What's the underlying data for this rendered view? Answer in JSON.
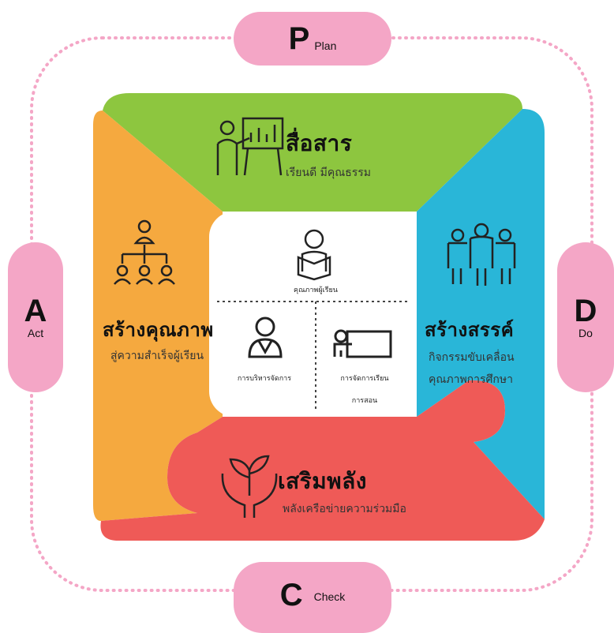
{
  "pdca": {
    "p": {
      "letter": "P",
      "word": "Plan"
    },
    "d": {
      "letter": "D",
      "word": "Do"
    },
    "c": {
      "letter": "C",
      "word": "Check"
    },
    "a": {
      "letter": "A",
      "word": "Act"
    }
  },
  "pieces": {
    "top": {
      "title": "สื่อสาร",
      "subtitle": "เรียนดี มีคุณธรรม",
      "color": "#8dc63f"
    },
    "right": {
      "title": "สร้างสรรค์",
      "subtitle_1": "กิจกรรมขับเคลื่อน",
      "subtitle_2": "คุณภาพการศึกษา",
      "color": "#29b6d8"
    },
    "bottom": {
      "title": "เสริมพลัง",
      "subtitle": "พลังเครือข่ายความร่วมมือ",
      "color": "#ef5a57"
    },
    "left": {
      "title": "สร้างคุณภาพ",
      "subtitle": "สู่ความสำเร็จผู้เรียน",
      "color": "#f5a93f"
    }
  },
  "center": {
    "top_label": "คุณภาพผู้เรียน",
    "left_label": "การบริหารจัดการ",
    "right_label_1": "การจัดการเรียน",
    "right_label_2": "การสอน"
  },
  "colors": {
    "pill": "#f4a6c6",
    "dotted": "#f4a6c6",
    "center": "#ffffff"
  }
}
